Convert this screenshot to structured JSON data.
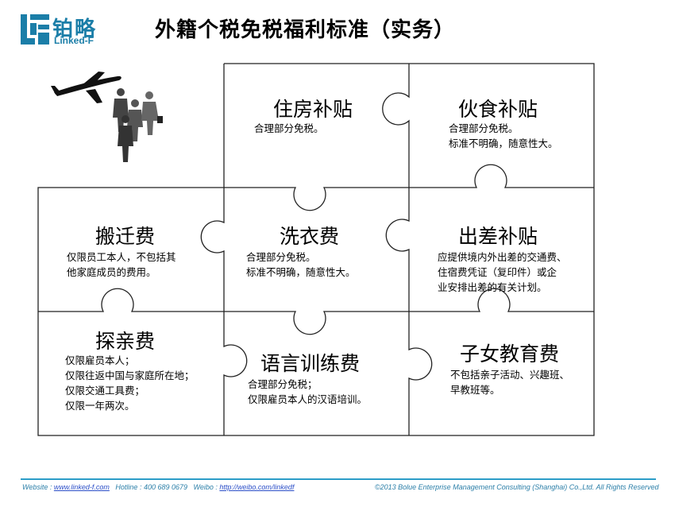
{
  "logo": {
    "cn": "铂略",
    "en": "Linked-F"
  },
  "title": "外籍个税免税福利标准（实务）",
  "tiles": {
    "housing": {
      "heading": "住房补贴",
      "lines": [
        "合理部分免税。"
      ]
    },
    "meal": {
      "heading": "伙食补贴",
      "lines": [
        "合理部分免税。",
        "标准不明确，随意性大。"
      ]
    },
    "relocation": {
      "heading": "搬迁费",
      "lines": [
        "仅限员工本人，不包括其",
        "他家庭成员的费用。"
      ]
    },
    "laundry": {
      "heading": "洗衣费",
      "lines": [
        "合理部分免税。",
        "标准不明确，随意性大。"
      ]
    },
    "business_trip": {
      "heading": "出差补贴",
      "lines": [
        "应提供境内外出差的交通费、",
        "住宿费凭证（复印件）或企",
        "业安排出差的有关计划。"
      ]
    },
    "home_leave": {
      "heading": "探亲费",
      "lines": [
        "仅限雇员本人；",
        "仅限往返中国与家庭所在地；",
        "仅限交通工具费；",
        "仅限一年两次。"
      ]
    },
    "language": {
      "heading": "语言训练费",
      "lines": [
        "合理部分免税；",
        "仅限雇员本人的汉语培训。"
      ]
    },
    "education": {
      "heading": "子女教育费",
      "lines": [
        "不包括亲子活动、兴趣班、",
        "早教班等。"
      ]
    }
  },
  "footer": {
    "website_label": "Website :",
    "website": "www.linked-f.com",
    "hotline_label": "Hotline : 400 689 0679",
    "weibo_label": "Weibo :",
    "weibo": "http://weibo.com/linkedf",
    "copyright": "©2013 Bolue Enterprise Management Consulting (Shanghai) Co.,Ltd. All Rights Reserved"
  },
  "colors": {
    "brand": "#1b7ea8",
    "footer_rule": "#2c9dc8"
  },
  "icons": [
    "airplane-icon",
    "business-people-icon",
    "logo-mark-icon"
  ]
}
